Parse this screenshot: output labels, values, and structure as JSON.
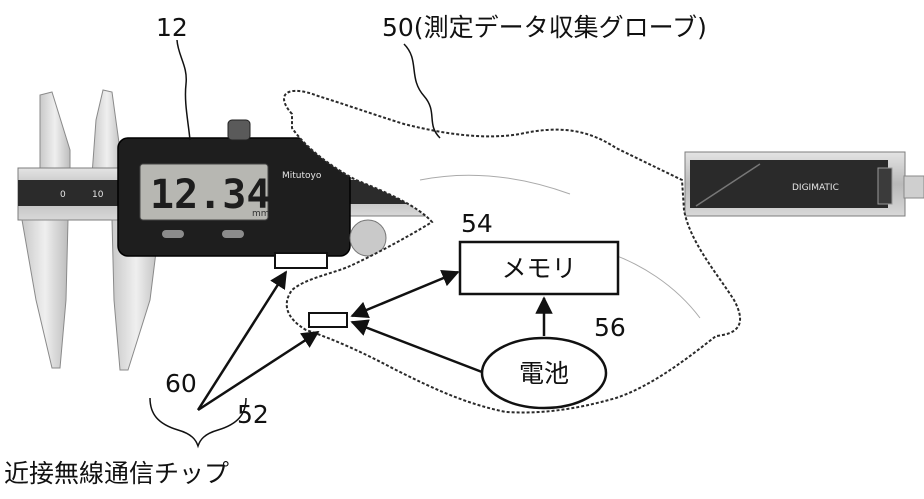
{
  "labels": {
    "caliper_ref": "12",
    "glove_ref": "50(測定データ収集グローブ)",
    "memory_ref": "54",
    "memory_text": "メモリ",
    "battery_ref": "56",
    "battery_text": "電池",
    "chip_ref_60": "60",
    "chip_ref_52": "52",
    "chip_caption": "近接無線通信チップ"
  },
  "caliper": {
    "display_value": "12.34",
    "display_unit": "mm",
    "brand": "Mitutoyo",
    "beam_brand": "DIGIMATIC"
  }
}
